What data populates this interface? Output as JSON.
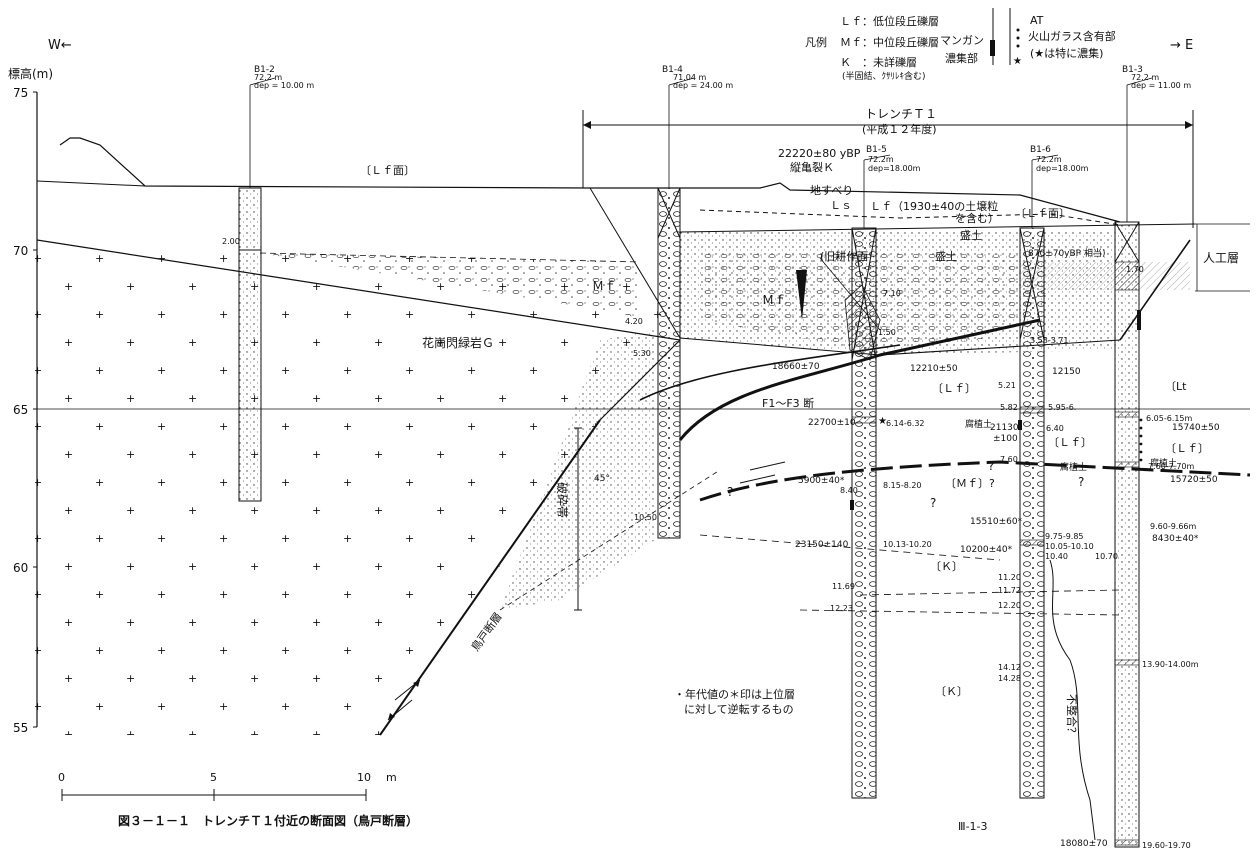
{
  "header": {
    "west": "W←",
    "east": "→ E",
    "elevation_label": "標高(m)"
  },
  "legend": {
    "title": "凡例",
    "items": [
      "Ｌｆ：低位段丘礫層",
      "Ｍｆ：中位段丘礫層",
      "Ｋ　：未詳礫層",
      "(半固結、ｸｻﾘﾚｷ含む)"
    ],
    "manganese_line1": "マンガン",
    "manganese_line2": "濃集部",
    "at_line1": "AT",
    "at_line2": "火山ガラス含有部",
    "at_line3": "(★は特に濃集)"
  },
  "axis": {
    "ticks": [
      "75",
      "70",
      "65",
      "60",
      "55"
    ]
  },
  "scale": {
    "labels": [
      "0",
      "5",
      "10",
      "m"
    ]
  },
  "boreholes": [
    {
      "name": "B1-2",
      "meta1": "72.2 m",
      "meta2": "dep = 10.00 m"
    },
    {
      "name": "B1-4",
      "meta1": "71.04 m",
      "meta2": "dep = 24.00 m"
    },
    {
      "name": "B1-5",
      "meta1": "72.2m",
      "meta2": "dep=18.00m"
    },
    {
      "name": "B1-6",
      "meta1": "72.2m",
      "meta2": "dep=18.00m"
    },
    {
      "name": "B1-3",
      "meta1": "72.2 m",
      "meta2": "dep = 11.00 m"
    }
  ],
  "trench": {
    "name": "トレンチＴ１",
    "year": "(平成１２年度)"
  },
  "labels": {
    "lf_surface_left": "〔Ｌｆ面〕",
    "lf_surface_right": "〔Ｌｆ面〕",
    "lf_note": "Ｌｆ（1930±40の土壌粒",
    "lf_note2": "を含む）",
    "landslide": "地すべり",
    "ls": "Ｌｓ",
    "date_top": "22220±80 yBP",
    "vertical_crack": "縦亀裂Ｋ",
    "fill1": "盛土",
    "fill2": "盛土",
    "old_field": "(旧耕作面",
    "date_870": "870±70yBP 相当)",
    "artificial": "人工層",
    "mf_left": "Ｍｆ",
    "mf_center": "Ｍｆ",
    "granite": "花崗閃緑岩Ｇ",
    "fault_label": "F1～F3 断",
    "crush_zone": "破砕帯",
    "torido_fault": "鳥戸断層",
    "angle": "45°",
    "lf_mid": "〔Ｌｆ〕",
    "lf_b16": "〔Ｌｆ〕",
    "lf_b13": "〔Ｌｆ〕",
    "lt": "〔Lt",
    "mf_q": "〔Ｍｆ〕?",
    "k1": "〔Ｋ〕",
    "k2": "〔Ｋ〕",
    "humus1": "腐植土",
    "humus2": "腐植土",
    "humus3": "腐植土",
    "unconformity": "不整合？",
    "note1": "・年代値の＊印は上位層",
    "note2": "に対して逆転するもの",
    "q1": "?",
    "q2": "?",
    "q3": "?",
    "q4": "?"
  },
  "dates": [
    "18660±70",
    "12210±50",
    "12150",
    "22700±10",
    "21130",
    "±100",
    "15740±50",
    "15720±50",
    "5900±40*",
    "15510±60*",
    "23150±140",
    "10200±40*",
    "8430±40*",
    "18080±70"
  ],
  "depths": [
    "2.00",
    "4.20",
    "5.30",
    "6.14-6.32",
    "8.15-8.20",
    "8.40",
    "10.13-10.20",
    "10.50",
    "11.69",
    "12.23",
    "1.70",
    "5.21",
    "5.82",
    "5.95-6.",
    "6.40",
    "6.05-6.15m",
    "7.60",
    "7.60-7.70m",
    "9.75-9.85",
    "10.05-10.10",
    "10.40",
    "10.70",
    "9.60-9.66m",
    "11.20",
    "11.72",
    "12.20",
    "13.90-14.00m",
    "14.12",
    "14.28",
    "19.60-19.70",
    "7.10",
    "1.50",
    "3.58-3.71"
  ],
  "caption": {
    "figure": "図３－１－１　トレンチＴ１付近の断面図（鳥戸断層）",
    "page": "Ⅲ-1-3"
  }
}
